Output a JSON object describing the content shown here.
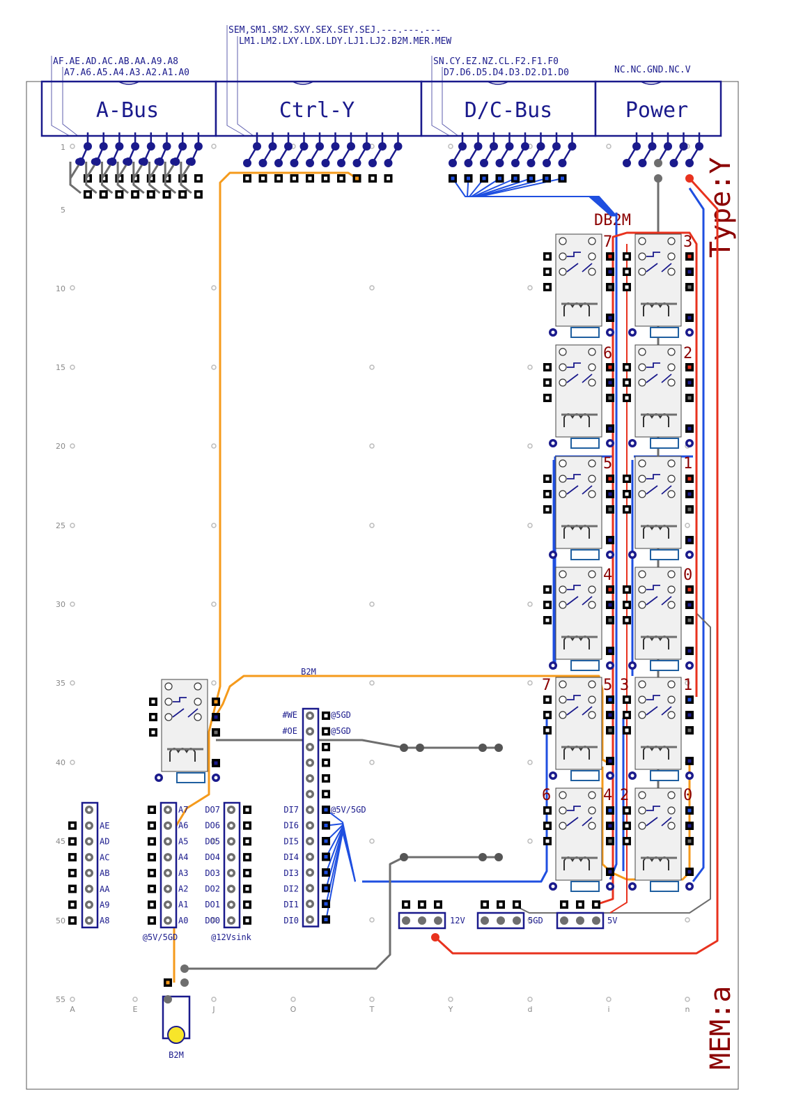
{
  "headers": {
    "abus": {
      "label": "A-Bus",
      "sig1": "AF.AE.AD.AC.AB.AA.A9.A8",
      "sig2": "A7.A6.A5.A4.A3.A2.A1.A0"
    },
    "ctrl": {
      "label": "Ctrl-Y",
      "sig1": "SEM,SM1.SM2.SXY.SEX.SEY.SEJ.---.---.---",
      "sig2": "LM1.LM2.LXY.LDX.LDY.LJ1.LJ2.B2M.MER.MEW"
    },
    "dcbus": {
      "label": "D/C-Bus",
      "sig1": "SN.CY.EZ.NZ.CL.F2.F1.F0",
      "sig2": "D7.D6.D5.D4.D3.D2.D1.D0"
    },
    "power": {
      "label": "Power",
      "sig1": "NC.NC.GND.NC.V"
    }
  },
  "side_labels": {
    "type": "Type:Y",
    "mem": "MEM:a"
  },
  "db2m_label": "DB2M",
  "relay_numbers_top": [
    "7",
    "3",
    "6",
    "2",
    "5",
    "1",
    "4",
    "0"
  ],
  "relay_numbers_bottom": [
    "7",
    "5",
    "3",
    "1",
    "6",
    "4",
    "2",
    "0"
  ],
  "row_numbers": [
    "1",
    "5",
    "10",
    "15",
    "20",
    "25",
    "30",
    "35",
    "40",
    "45",
    "50",
    "55"
  ],
  "col_letters": [
    "A",
    "E",
    "J",
    "O",
    "T",
    "Y",
    "d",
    "i",
    "n"
  ],
  "b2m_wire_label": "B2M",
  "mem_labels": {
    "we": "#WE",
    "oe": "#OE",
    "we_tag": "@5GD",
    "oe_tag": "@5GD",
    "di_tag": "@5V/5GD"
  },
  "di_labels": [
    "DI7",
    "DI6",
    "DI5",
    "DI4",
    "DI3",
    "DI2",
    "DI1",
    "DI0"
  ],
  "ae_labels": [
    "AE",
    "AD",
    "AC",
    "AB",
    "AA",
    "A9",
    "A8"
  ],
  "a_labels": [
    "A7",
    "A6",
    "A5",
    "A4",
    "A3",
    "A2",
    "A1",
    "A0"
  ],
  "do_labels": [
    "DO7",
    "DO6",
    "DO5",
    "DO4",
    "DO3",
    "DO2",
    "DO1",
    "DO0"
  ],
  "power_tags": {
    "a_power": "@5V/5GD",
    "do_power": "@12Vsink"
  },
  "rail_labels": {
    "v12": "12V",
    "gnd5": "5GD",
    "v5": "5V"
  },
  "b2m_bottom": "B2M",
  "colors": {
    "navy": "#1a1a8c",
    "blue": "#1f4fe0",
    "orange": "#f59a1b",
    "red": "#e8321e",
    "darkred": "#8b0000",
    "gray": "#6e6e6e",
    "lightgray": "#b0b0b0",
    "relay": "#f0f0f0",
    "yellow": "#f7e52a"
  }
}
